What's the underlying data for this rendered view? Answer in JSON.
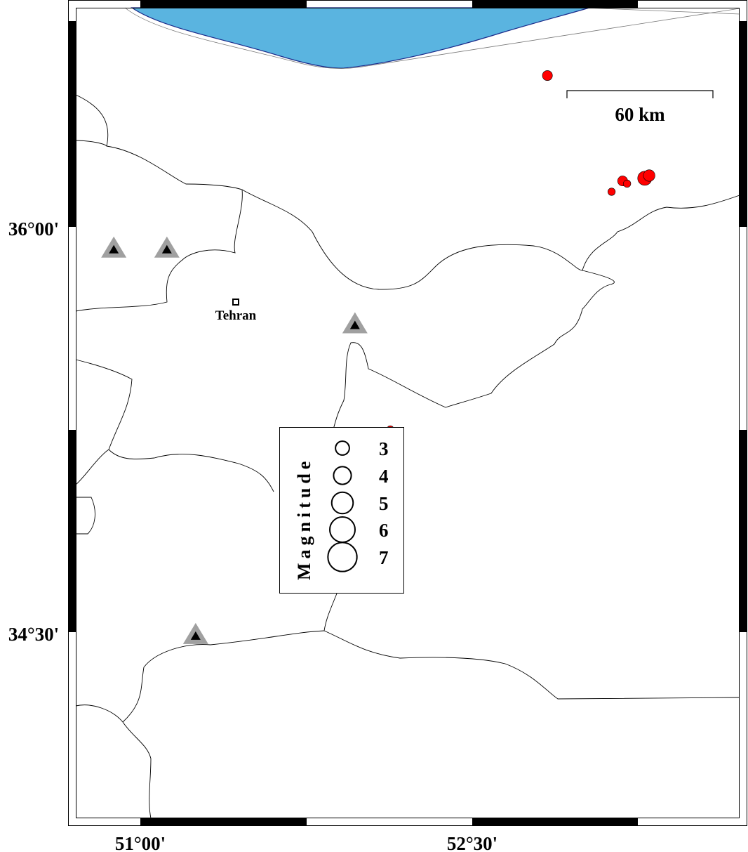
{
  "map": {
    "axis_labels": {
      "lat_36_00": "36°00'",
      "lat_34_30": "34°30'",
      "lon_51_00": "51°00'",
      "lon_52_30": "52°30'"
    },
    "scale_bar": {
      "label": "60 km"
    },
    "city": {
      "name": "Tehran",
      "lon": 51.43,
      "lat": 35.72
    },
    "legend": {
      "title": "Magnitude",
      "entries": [
        {
          "label": "3",
          "mag": 3
        },
        {
          "label": "4",
          "mag": 4
        },
        {
          "label": "5",
          "mag": 5
        },
        {
          "label": "6",
          "mag": 6
        },
        {
          "label": "7",
          "mag": 7
        }
      ]
    },
    "colors": {
      "sea": "#5ab4e0",
      "coast": "#1a2a8a",
      "event": "#ff0000",
      "station_outer": "#a0a0a0",
      "station_inner": "#000000"
    },
    "events": [
      {
        "lon": 52.84,
        "lat": 36.56,
        "mag": 2.2
      },
      {
        "lon": 53.18,
        "lat": 36.17,
        "mag": 2.2
      },
      {
        "lon": 53.13,
        "lat": 36.13,
        "mag": 1.7
      },
      {
        "lon": 53.2,
        "lat": 36.16,
        "mag": 1.7
      },
      {
        "lon": 53.28,
        "lat": 36.18,
        "mag": 3.0
      },
      {
        "lon": 53.3,
        "lat": 36.19,
        "mag": 2.5
      },
      {
        "lon": 52.13,
        "lat": 35.25,
        "mag": 1.7
      }
    ],
    "stations": [
      {
        "lon": 50.88,
        "lat": 35.92
      },
      {
        "lon": 51.12,
        "lat": 35.92
      },
      {
        "lon": 51.97,
        "lat": 35.64
      },
      {
        "lon": 51.25,
        "lat": 34.49
      }
    ]
  }
}
